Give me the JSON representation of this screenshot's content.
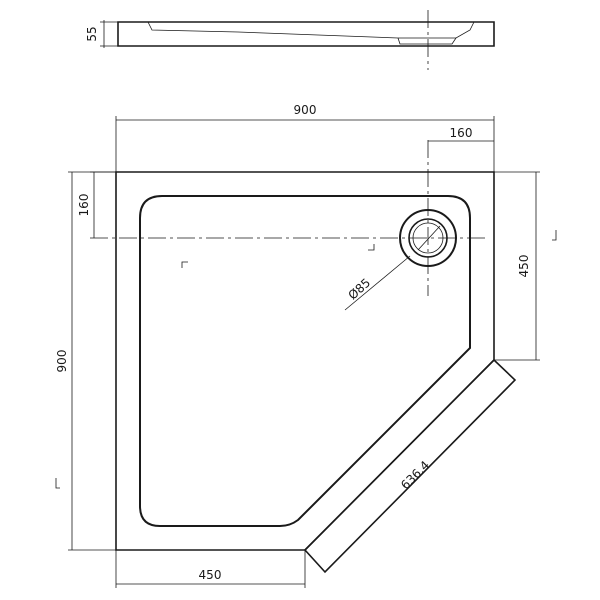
{
  "title": "",
  "side_view": {
    "height_label": "55"
  },
  "plan_view": {
    "overall_width_label": "900",
    "overall_depth_label": "900",
    "waste_offset_x_label": "160",
    "waste_offset_y_label": "160",
    "side_return_label": "450",
    "front_return_label": "450",
    "angled_front_label": "636.4",
    "waste_diameter_label": "Ø85"
  },
  "colors": {
    "line": "#1a1a1a",
    "background": "#ffffff"
  }
}
